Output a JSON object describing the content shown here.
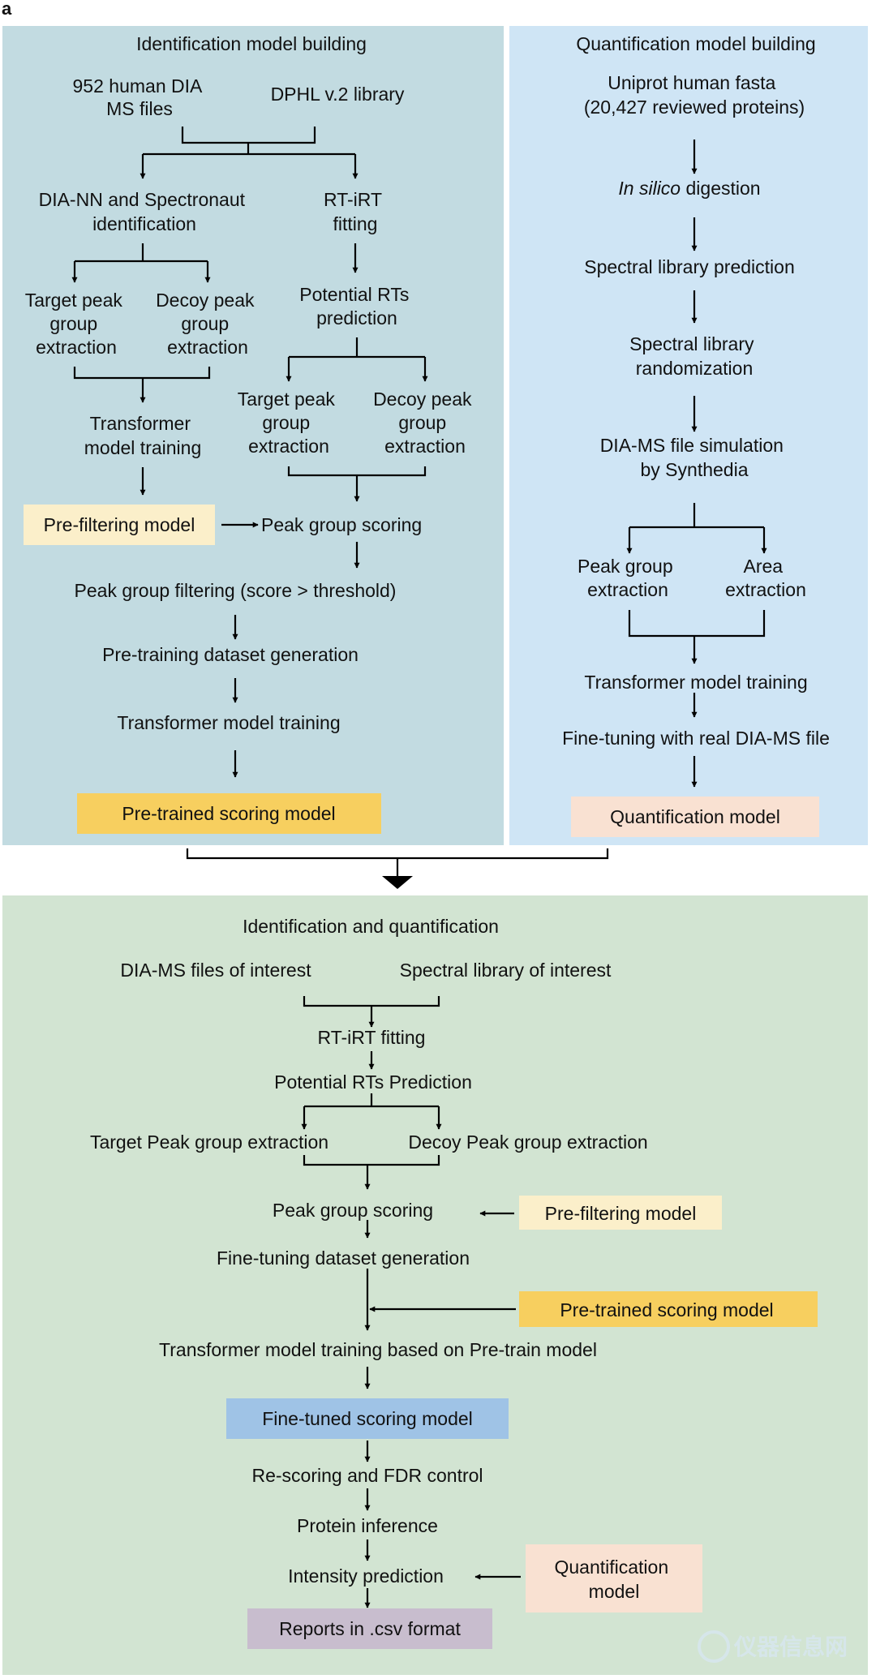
{
  "panel_label": "a",
  "colors": {
    "identification_panel": "#c2dbe1",
    "quantification_panel": "#cfe5f5",
    "combined_panel": "#d2e4d2",
    "prefilter_box": "#fbefca",
    "pretrained_box": "#f7cf5f",
    "quant_box": "#f9e1d2",
    "finetuned_box": "#9fc3e6",
    "reports_box": "#c8bdce",
    "line": "#000000"
  },
  "identification": {
    "title": "Identification model building",
    "input_files": [
      "952 human DIA",
      "MS files"
    ],
    "input_library": "DPHL v.2 library",
    "dia_nn": [
      "DIA-NN and Spectronaut",
      "identification"
    ],
    "rt_fitting": [
      "RT-iRT",
      "fitting"
    ],
    "target_left": [
      "Target peak",
      "group",
      "extraction"
    ],
    "decoy_left": [
      "Decoy peak",
      "group",
      "extraction"
    ],
    "potential_rts": [
      "Potential RTs",
      "prediction"
    ],
    "transformer_left": [
      "Transformer",
      "model training"
    ],
    "target_right": [
      "Target peak",
      "group",
      "extraction"
    ],
    "decoy_right": [
      "Decoy peak",
      "group",
      "extraction"
    ],
    "prefilter_model": "Pre-filtering model",
    "peak_scoring": "Peak group scoring",
    "peak_filtering": "Peak group filtering (score > threshold)",
    "pretrain_dataset": "Pre-training dataset generation",
    "transformer_training": "Transformer model training",
    "pretrained_model": "Pre-trained scoring model"
  },
  "quantification": {
    "title": "Quantification model building",
    "fasta": [
      "Uniprot human fasta",
      "(20,427 reviewed proteins)"
    ],
    "digestion_italic": "In silico",
    "digestion_rest": " digestion",
    "library_prediction": "Spectral library prediction",
    "randomization": [
      "Spectral library",
      "randomization"
    ],
    "simulation": [
      "DIA-MS file simulation",
      "by Synthedia"
    ],
    "peak_extraction": [
      "Peak group",
      "extraction"
    ],
    "area_extraction": [
      "Area",
      "extraction"
    ],
    "transformer_training": "Transformer model training",
    "fine_tuning": "Fine-tuning with real DIA-MS file",
    "quant_model": "Quantification model"
  },
  "combined": {
    "title": "Identification and quantification",
    "files": "DIA-MS files of interest",
    "library": "Spectral library of interest",
    "rt_fitting": "RT-iRT fitting",
    "potential_rts": "Potential RTs Prediction",
    "target": "Target Peak group extraction",
    "decoy": "Decoy Peak group extraction",
    "peak_scoring": "Peak group scoring",
    "prefilter_model": "Pre-filtering model",
    "finetune_dataset": "Fine-tuning dataset generation",
    "pretrained_model": "Pre-trained scoring model",
    "transformer_training": "Transformer model training based on Pre-train model",
    "finetuned_model": "Fine-tuned scoring model",
    "rescoring": "Re-scoring and FDR control",
    "protein_inference": "Protein inference",
    "intensity": "Intensity prediction",
    "quant_model": [
      "Quantification",
      "model"
    ],
    "reports": "Reports in .csv format"
  },
  "watermark": "仪器信息网"
}
